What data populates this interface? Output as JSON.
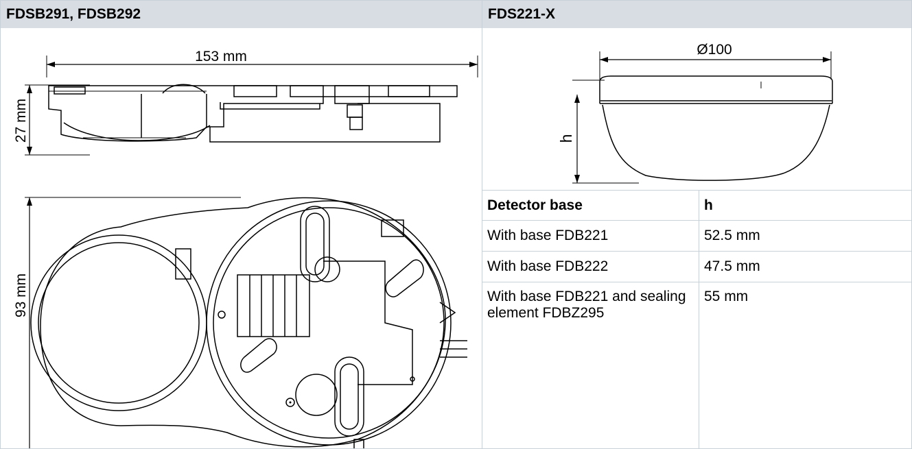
{
  "left_panel": {
    "title": "FDSB291, FDSB292",
    "dim_width": "153 mm",
    "dim_height_side": "27 mm",
    "dim_height_top": "93 mm"
  },
  "right_panel": {
    "title": "FDS221-X",
    "dim_diameter": "Ø100",
    "dim_h": "h",
    "table": {
      "headers": [
        "Detector base",
        "h"
      ],
      "rows": [
        [
          "With base FDB221",
          "52.5 mm"
        ],
        [
          "With base FDB222",
          "47.5 mm"
        ],
        [
          "With base FDB221 and sealing element FDBZ295",
          "55 mm"
        ]
      ]
    }
  }
}
